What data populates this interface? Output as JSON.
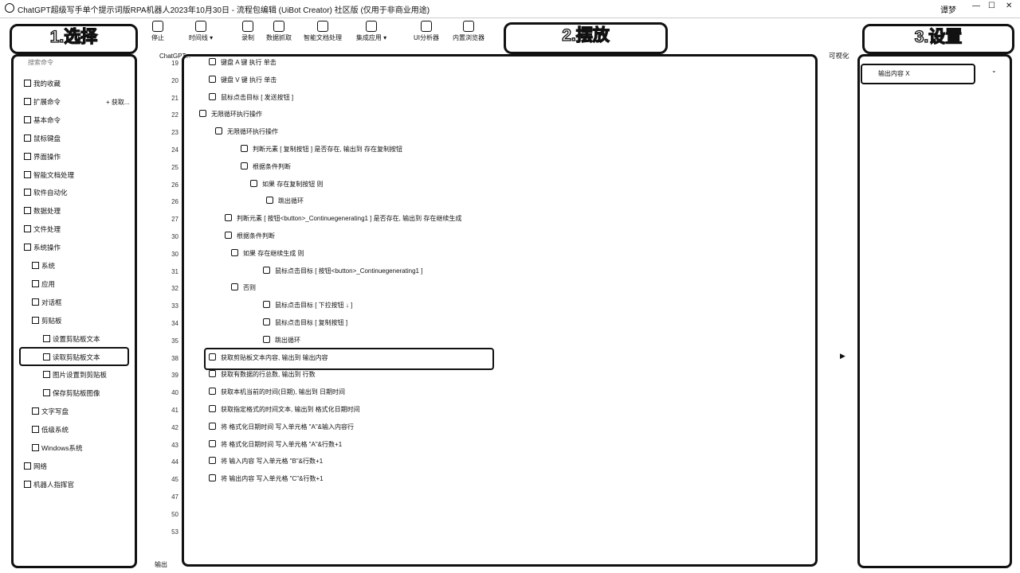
{
  "window": {
    "title": "ChatGPT超级写手单个提示词版RPA机器人2023年10月30日 - 流程包编辑 (UiBot Creator) 社区版 (仅用于非商业用途)",
    "account": "谭梦"
  },
  "toolbar": [
    {
      "label": "停止"
    },
    {
      "label": "时间线 ▾"
    },
    {
      "label": "录制"
    },
    {
      "label": "数据抓取"
    },
    {
      "label": "智能文档处理"
    },
    {
      "label": "集成应用 ▾"
    },
    {
      "label": "UI分析器"
    },
    {
      "label": "内置浏览器"
    }
  ],
  "callouts": {
    "select": "1.选择",
    "place": "2.摆放",
    "settings": "3.设置"
  },
  "left_panel": {
    "search_placeholder": "搜索命令",
    "add_label": "+ 获取...",
    "items": [
      {
        "label": "我的收藏"
      },
      {
        "label": "扩展命令"
      },
      {
        "label": "基本命令"
      },
      {
        "label": "鼠标键盘"
      },
      {
        "label": "界面操作"
      },
      {
        "label": "智能文档处理"
      },
      {
        "label": "软件自动化"
      },
      {
        "label": "数据处理"
      },
      {
        "label": "文件处理"
      },
      {
        "label": "系统操作"
      },
      {
        "label": "系统"
      },
      {
        "label": "应用"
      },
      {
        "label": "对话框"
      },
      {
        "label": "剪贴板"
      },
      {
        "label": "设置剪贴板文本"
      },
      {
        "label": "读取剪贴板文本"
      },
      {
        "label": "图片设置到剪贴板"
      },
      {
        "label": "保存剪贴板图像"
      },
      {
        "label": "文字写盘"
      },
      {
        "label": "低级系统"
      },
      {
        "label": "Windows系统"
      },
      {
        "label": "网络"
      },
      {
        "label": "机器人指挥官"
      }
    ]
  },
  "editor": {
    "tab_label": "ChatGPT...",
    "visualize_label": "可视化",
    "output_label": "输出",
    "rows": [
      {
        "n": "19",
        "text": "键盘 A 键 执行 单击"
      },
      {
        "n": "20",
        "text": "键盘 V 键 执行 单击"
      },
      {
        "n": "21",
        "text": "鼠标点击目标 [ 发送按钮 ] "
      },
      {
        "n": "22",
        "text": "无限循环执行操作"
      },
      {
        "n": "23",
        "text": "无限循环执行操作"
      },
      {
        "n": "24",
        "text": "判断元素 [ 复制按钮 ] 是否存在, 输出到 存在复制按钮"
      },
      {
        "n": "25",
        "text": "根据条件判断"
      },
      {
        "n": "26",
        "text": "如果 存在复制按钮 则"
      },
      {
        "n": "26",
        "text": "跳出循环"
      },
      {
        "n": "27",
        "text": "判断元素 [ 按钮<button>_Continuegenerating1 ] 是否存在, 输出到 存在继续生成"
      },
      {
        "n": "30",
        "text": "根据条件判断"
      },
      {
        "n": "30",
        "text": "如果 存在继续生成 则"
      },
      {
        "n": "31",
        "text": "鼠标点击目标 [ 按钮<button>_Continuegenerating1 ]"
      },
      {
        "n": "32",
        "text": "否则"
      },
      {
        "n": "33",
        "text": "鼠标点击目标 [ 下拉按钮 ↓ ]"
      },
      {
        "n": "34",
        "text": "鼠标点击目标 [ 复制按钮 ]"
      },
      {
        "n": "35",
        "text": "跳出循环"
      },
      {
        "n": "38",
        "text": "获取剪贴板文本内容, 输出到 输出内容"
      },
      {
        "n": "39",
        "text": "获取有数据的行总数, 输出到 行数"
      },
      {
        "n": "40",
        "text": "获取本机当前的时间(日期), 输出到 日期时间"
      },
      {
        "n": "41",
        "text": "获取指定格式的时间文本, 输出到 格式化日期时间"
      },
      {
        "n": "42",
        "text": "将 格式化日期时间 写入单元格 \"A\"&输入内容行"
      },
      {
        "n": "43",
        "text": "将 格式化日期时间 写入单元格 \"A\"&行数+1"
      },
      {
        "n": "44",
        "text": "将 输入内容 写入单元格 \"B\"&行数+1"
      },
      {
        "n": "45",
        "text": "将 输出内容 写入单元格 \"C\"&行数+1"
      },
      {
        "n": "47",
        "text": ""
      },
      {
        "n": "50",
        "text": ""
      },
      {
        "n": "53",
        "text": ""
      }
    ]
  },
  "right_panel": {
    "field_label": "输出内容 X"
  }
}
